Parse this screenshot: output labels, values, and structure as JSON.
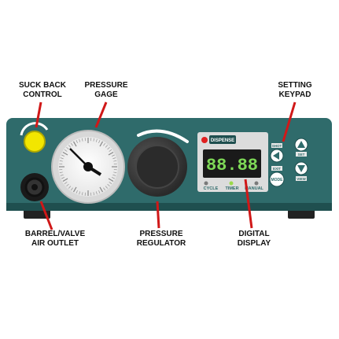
{
  "callouts": {
    "suck_back": "SUCK BACK\nCONTROL",
    "pressure_gage": "PRESSURE\nGAGE",
    "setting_keypad": "SETTING\nKEYPAD",
    "barrel_valve": "BARREL/VALVE\nAIR OUTLET",
    "pressure_regulator": "PRESSURE\nREGULATOR",
    "digital_display": "DIGITAL\nDISPLAY"
  },
  "panel": {
    "dispense_label": "DISPENSE",
    "display_value": "88.88",
    "mode_labels": [
      "CYCLE",
      "TIMER",
      "MANUAL"
    ],
    "keypad": {
      "shot_label": "SHOT",
      "set_label": "SET",
      "exit_label": "EXIT",
      "mode_label": "MODE",
      "view_label": "VIEW"
    }
  },
  "colors": {
    "panel": "#2f6b6b",
    "panel_dark": "#1f4f4f",
    "display_digits": "#7ed957",
    "dispense_led": "#e02020",
    "callout_arrow": "#d01818",
    "knob_yellow": "#f2e600"
  }
}
